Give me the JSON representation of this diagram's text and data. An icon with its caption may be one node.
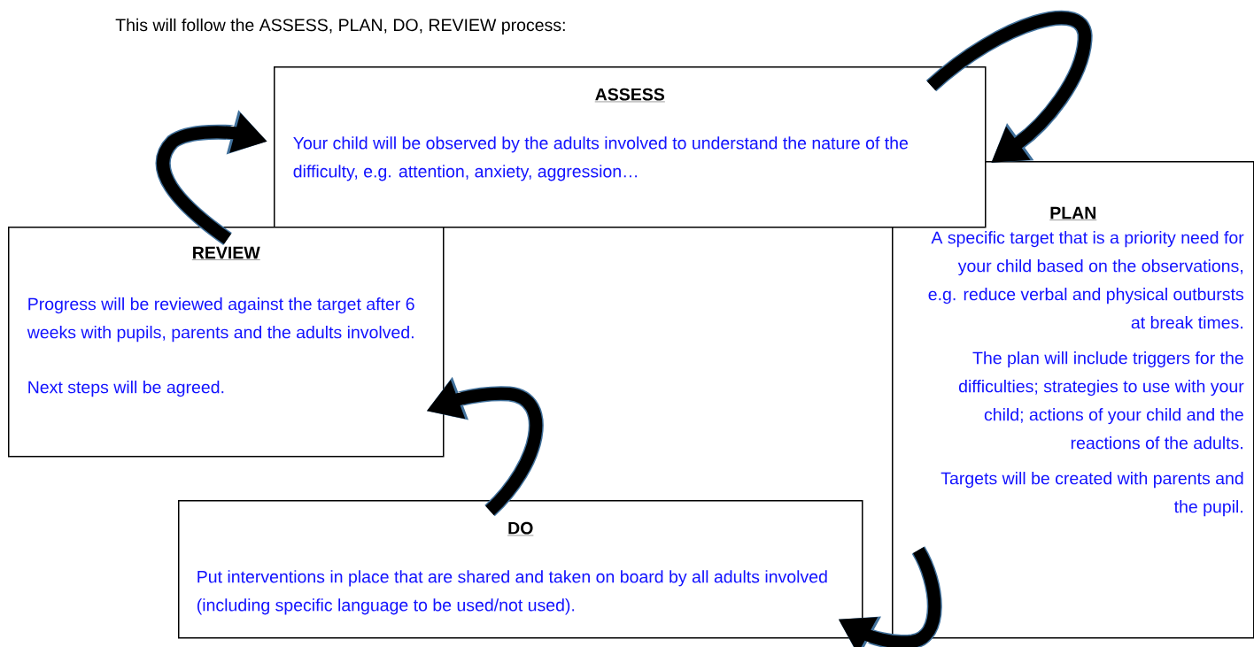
{
  "diagram": {
    "title": "This will follow the ASSESS, PLAN, DO, REVIEW process:",
    "nodes": [
      {
        "text": [
          "ASSESS",
          "Your child will be observed by the adults involved to understand the nature of the difficulty, e.g. attention, anxiety, aggression…"
        ]
      },
      {
        "text": [
          "PLAN",
          "A specific target that is a priority need for your child based on the observations, e.g. reduce verbal and physical outbursts at break times.",
          "The plan will include triggers for the difficulties; strategies to use with your child; actions of your child and the reactions of the adults.",
          "Targets will be created with parents and the pupil."
        ]
      },
      {
        "text": [
          "REVIEW",
          "Progress will be reviewed against the target after 6 weeks with pupils, parents and the adults involved.",
          "Next steps will be agreed."
        ]
      },
      {
        "text": [
          "DO",
          "Put interventions in place that are shared and taken on board by all adults involved (including specific language to be used/not used)."
        ]
      }
    ],
    "edges": [
      {
        "from": 0,
        "to": 1,
        "arrow": "to"
      },
      {
        "from": 1,
        "to": 3,
        "arrow": "to"
      },
      {
        "from": 3,
        "to": 2,
        "arrow": "to"
      },
      {
        "from": 2,
        "to": 0,
        "arrow": "to"
      }
    ]
  }
}
